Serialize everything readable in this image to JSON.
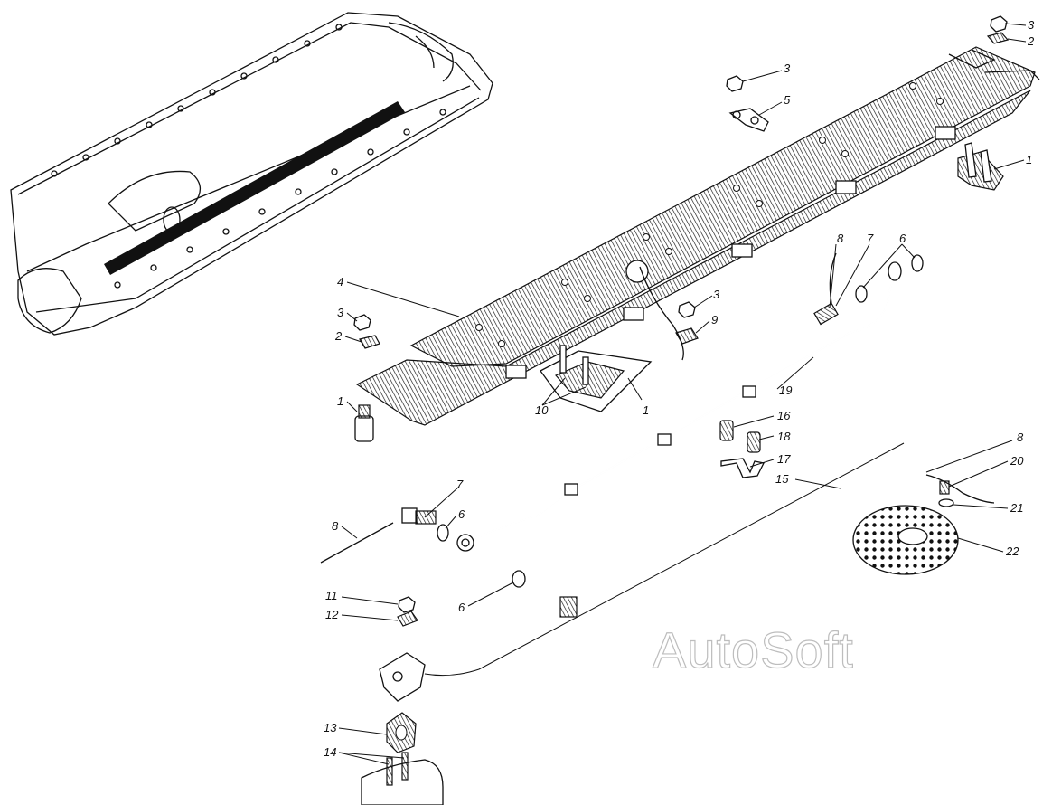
{
  "watermark": "AutoSoft",
  "callouts": [
    {
      "id": "c-3a",
      "text": "3"
    },
    {
      "id": "c-2a",
      "text": "2"
    },
    {
      "id": "c-3b",
      "text": "3"
    },
    {
      "id": "c-5",
      "text": "5"
    },
    {
      "id": "c-1a",
      "text": "1"
    },
    {
      "id": "c-8a",
      "text": "8"
    },
    {
      "id": "c-7a",
      "text": "7"
    },
    {
      "id": "c-6a",
      "text": "6"
    },
    {
      "id": "c-4",
      "text": "4"
    },
    {
      "id": "c-3c",
      "text": "3"
    },
    {
      "id": "c-9",
      "text": "9"
    },
    {
      "id": "c-3d",
      "text": "3"
    },
    {
      "id": "c-2b",
      "text": "2"
    },
    {
      "id": "c-1b",
      "text": "1"
    },
    {
      "id": "c-10",
      "text": "10"
    },
    {
      "id": "c-1c",
      "text": "1"
    },
    {
      "id": "c-19",
      "text": "19"
    },
    {
      "id": "c-16",
      "text": "16"
    },
    {
      "id": "c-18",
      "text": "18"
    },
    {
      "id": "c-17",
      "text": "17"
    },
    {
      "id": "c-15",
      "text": "15"
    },
    {
      "id": "c-8b",
      "text": "8"
    },
    {
      "id": "c-20",
      "text": "20"
    },
    {
      "id": "c-21",
      "text": "21"
    },
    {
      "id": "c-22",
      "text": "22"
    },
    {
      "id": "c-7b",
      "text": "7"
    },
    {
      "id": "c-6b",
      "text": "6"
    },
    {
      "id": "c-8c",
      "text": "8"
    },
    {
      "id": "c-11",
      "text": "11"
    },
    {
      "id": "c-12",
      "text": "12"
    },
    {
      "id": "c-6c",
      "text": "6"
    },
    {
      "id": "c-13",
      "text": "13"
    },
    {
      "id": "c-14",
      "text": "14"
    }
  ]
}
